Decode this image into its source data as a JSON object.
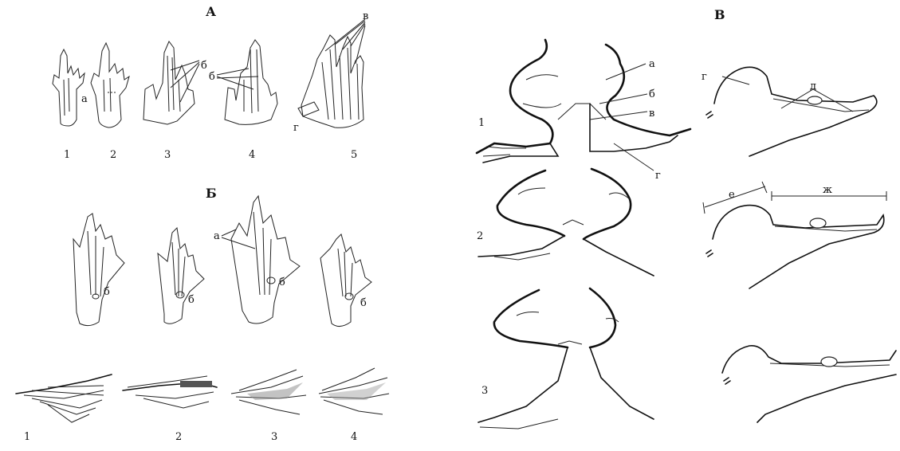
{
  "panel_a": {
    "title": "А",
    "numbers": [
      "1",
      "2",
      "3",
      "4",
      "5"
    ],
    "labels": {
      "a": "а",
      "b": "б",
      "b_left": "б",
      "v": "в",
      "g": "г"
    }
  },
  "panel_b": {
    "title": "Б",
    "labels": {
      "a": "а",
      "b1": "б",
      "b2": "б",
      "b3": "б",
      "b4": "б"
    },
    "numbers": [
      "1",
      "2",
      "3",
      "4"
    ]
  },
  "panel_middle": {
    "numbers": [
      "1",
      "2",
      "3"
    ],
    "labels": {
      "a": "а",
      "b": "б",
      "v": "в",
      "g": "г"
    }
  },
  "panel_v": {
    "title": "В",
    "labels": {
      "g": "г",
      "d": "д",
      "e": "е",
      "zh": "ж"
    }
  }
}
